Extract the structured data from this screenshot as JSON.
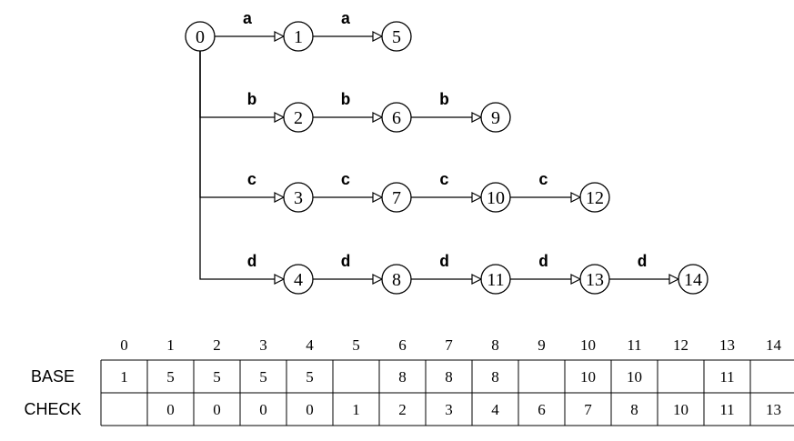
{
  "trie": {
    "nodes": [
      "0",
      "1",
      "2",
      "3",
      "4",
      "5",
      "6",
      "7",
      "8",
      "9",
      "10",
      "11",
      "12",
      "13",
      "14"
    ],
    "edges": [
      {
        "from": "0",
        "to": "1",
        "label": "a"
      },
      {
        "from": "1",
        "to": "5",
        "label": "a"
      },
      {
        "from": "0",
        "to": "2",
        "label": "b"
      },
      {
        "from": "2",
        "to": "6",
        "label": "b"
      },
      {
        "from": "6",
        "to": "9",
        "label": "b"
      },
      {
        "from": "0",
        "to": "3",
        "label": "c"
      },
      {
        "from": "3",
        "to": "7",
        "label": "c"
      },
      {
        "from": "7",
        "to": "10",
        "label": "c"
      },
      {
        "from": "10",
        "to": "12",
        "label": "c"
      },
      {
        "from": "0",
        "to": "4",
        "label": "d"
      },
      {
        "from": "4",
        "to": "8",
        "label": "d"
      },
      {
        "from": "8",
        "to": "11",
        "label": "d"
      },
      {
        "from": "11",
        "to": "13",
        "label": "d"
      },
      {
        "from": "13",
        "to": "14",
        "label": "d"
      }
    ]
  },
  "table": {
    "indices": [
      "0",
      "1",
      "2",
      "3",
      "4",
      "5",
      "6",
      "7",
      "8",
      "9",
      "10",
      "11",
      "12",
      "13",
      "14"
    ],
    "rows": [
      {
        "label": "BASE",
        "cells": [
          "1",
          "5",
          "5",
          "5",
          "5",
          "",
          "8",
          "8",
          "8",
          "",
          "10",
          "10",
          "",
          "11",
          ""
        ]
      },
      {
        "label": "CHECK",
        "cells": [
          "",
          "0",
          "0",
          "0",
          "0",
          "1",
          "2",
          "3",
          "4",
          "6",
          "7",
          "8",
          "10",
          "11",
          "13"
        ]
      }
    ]
  }
}
